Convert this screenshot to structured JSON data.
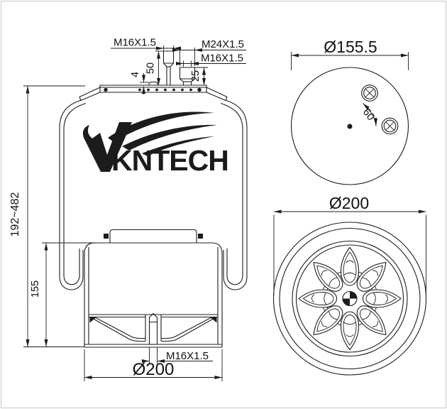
{
  "colors": {
    "line": "#1c1c1c",
    "text": "#111111",
    "background": "#ffffff",
    "border": "#c9c9c9"
  },
  "logo": {
    "initial": "V",
    "text": "KNTECH"
  },
  "front_view": {
    "top_stud_thread": "M16X1.5",
    "air_fitting_thread": "M24X1.5",
    "air_fitting_inner_thread": "M16X1.5",
    "boss_height": "4",
    "stud_height": "50",
    "fitting_height": "25",
    "design_height_range": "192~482",
    "piston_height": "155",
    "bottom_stud_thread": "M16X1.5",
    "piston_diameter": "Ø200"
  },
  "top_view": {
    "plate_diameter": "Ø155.5",
    "stud_angle": "60°"
  },
  "bottom_view": {
    "piston_diameter": "Ø200"
  }
}
